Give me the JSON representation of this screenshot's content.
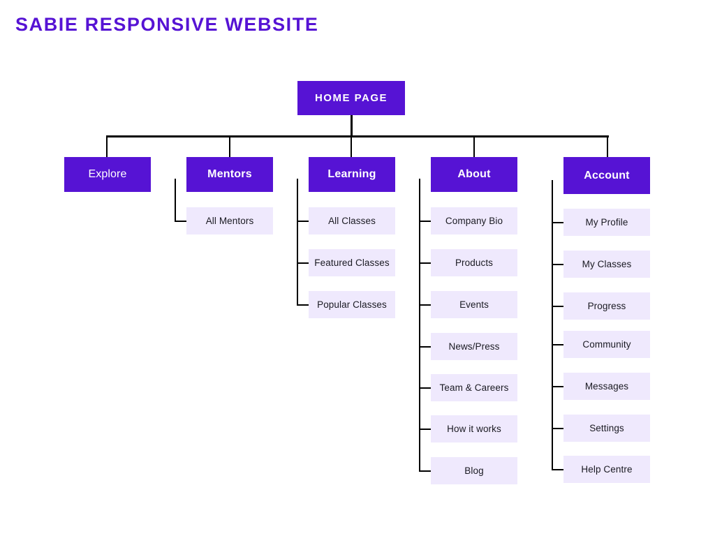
{
  "title": "SABIE RESPONSIVE WEBSITE",
  "colors": {
    "accent": "#5613D4",
    "leaf_bg": "#EFE9FD",
    "connector": "#000000",
    "canvas": "#FFFFFF",
    "node_text": "#FFFFFF",
    "leaf_text": "#1A1A22"
  },
  "chart_data": {
    "type": "diagram",
    "subtype": "sitemap-tree",
    "title": "SABIE RESPONSIVE WEBSITE",
    "root": "HOME PAGE",
    "branches": [
      {
        "label": "Explore",
        "children": []
      },
      {
        "label": "Mentors",
        "children": [
          "All Mentors"
        ]
      },
      {
        "label": "Learning",
        "children": [
          "All Classes",
          "Featured Classes",
          "Popular Classes"
        ]
      },
      {
        "label": "About",
        "children": [
          "Company Bio",
          "Products",
          "Events",
          "News/Press",
          "Team & Careers",
          "How it works",
          "Blog"
        ]
      },
      {
        "label": "Account",
        "children": [
          "My Profile",
          "My Classes",
          "Progress",
          "Community",
          "Messages",
          "Settings",
          "Help Centre"
        ]
      }
    ]
  },
  "root": {
    "label": "HOME PAGE"
  },
  "columns": {
    "explore": {
      "label": "Explore",
      "children": []
    },
    "mentors": {
      "label": "Mentors",
      "children": [
        {
          "label": "All Mentors"
        }
      ]
    },
    "learning": {
      "label": "Learning",
      "children": [
        {
          "label": "All Classes"
        },
        {
          "label": "Featured Classes"
        },
        {
          "label": "Popular Classes"
        }
      ]
    },
    "about": {
      "label": "About",
      "children": [
        {
          "label": "Company Bio"
        },
        {
          "label": "Products"
        },
        {
          "label": "Events"
        },
        {
          "label": "News/Press"
        },
        {
          "label": "Team & Careers"
        },
        {
          "label": "How it works"
        },
        {
          "label": "Blog"
        }
      ]
    },
    "account": {
      "label": "Account",
      "children": [
        {
          "label": "My Profile"
        },
        {
          "label": "My Classes"
        },
        {
          "label": "Progress"
        },
        {
          "label": "Community"
        },
        {
          "label": "Messages"
        },
        {
          "label": "Settings"
        },
        {
          "label": "Help Centre"
        }
      ]
    }
  }
}
